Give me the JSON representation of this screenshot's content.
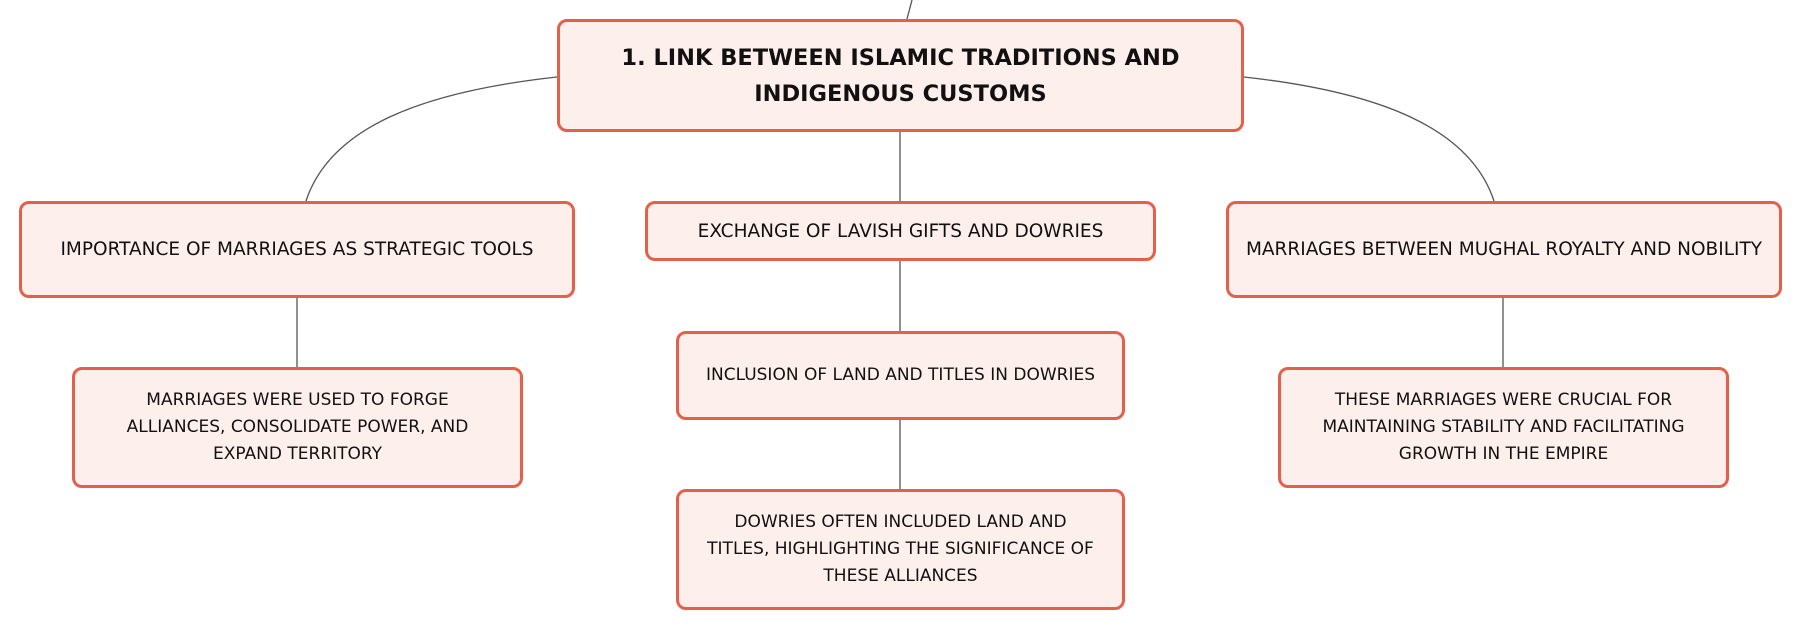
{
  "diagram": {
    "root": {
      "label": "1. LINK BETWEEN ISLAMIC TRADITIONS AND INDIGENOUS CUSTOMS"
    },
    "branches": [
      {
        "label": "IMPORTANCE OF MARRIAGES AS STRATEGIC TOOLS",
        "child": "MARRIAGES WERE USED TO FORGE ALLIANCES, CONSOLIDATE POWER, AND EXPAND TERRITORY"
      },
      {
        "label": "EXCHANGE OF LAVISH GIFTS AND DOWRIES",
        "child": "INCLUSION OF LAND AND TITLES IN DOWRIES",
        "grandchild": "DOWRIES OFTEN INCLUDED LAND AND TITLES, HIGHLIGHTING THE SIGNIFICANCE OF THESE ALLIANCES"
      },
      {
        "label": "MARRIAGES BETWEEN MUGHAL ROYALTY AND NOBILITY",
        "child": "THESE MARRIAGES WERE CRUCIAL FOR MAINTAINING STABILITY AND FACILITATING GROWTH IN THE EMPIRE"
      }
    ]
  },
  "colors": {
    "node_fill": "#fdf0ec",
    "node_border": "#e4604a",
    "connector": "#555555",
    "text": "#111111"
  }
}
